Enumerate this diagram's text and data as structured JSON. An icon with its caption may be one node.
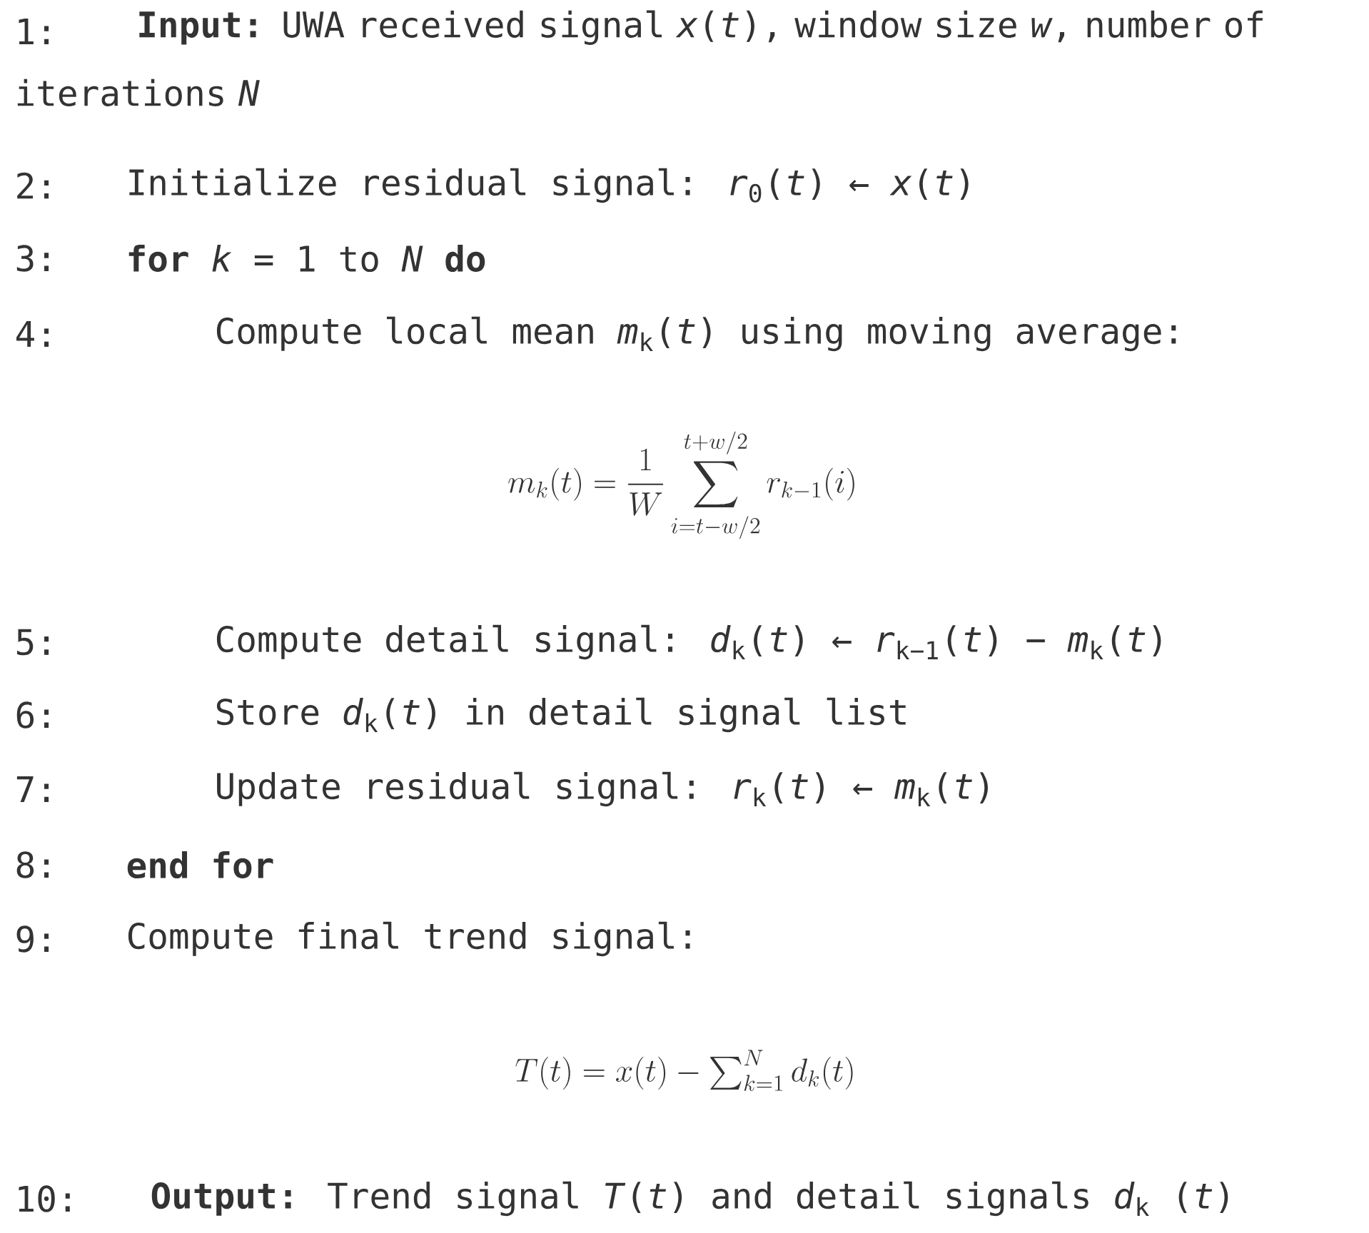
{
  "diagram": {
    "labels": [
      "1:",
      "**Input:** UWA received signal *x*(*t*), window size *w*, number of iterations *N*",
      "2:",
      "Initialize residual signal: *r*$_{0}$(*t*) ← *x*(*t*)",
      "3:",
      "**for** *k* = 1 to *N* **do**",
      "4:",
      "Compute local mean *m*$_{k}$(*t*) using moving average:",
      "m_k(t) = \\frac{1}{W}\\sum_{i=t-w/2}^{t+w/2} r_{k-1}(i)",
      "5:",
      "Compute detail signal: *d*$_{k}$(*t*) ← *r*$_{k−1}$(*t*) − *m*$_{k}$(*t*)",
      "6:",
      "Store *d*$_{k}$(*t*) in detail signal list",
      "7:",
      "Update residual signal: *r*$_{k}$(*t*) ← *m*$_{k}$(*t*)",
      "8:",
      "end for",
      "9:",
      "Compute final trend signal:",
      "T(t) = x(t) - \\textstyle\\sum_{k=1}^{N} d_k(t)",
      "10:",
      "**Output:** Trend signal *T*(*t*) and detail signals *d*$_{k}$ (*t*)"
    ]
  }
}
